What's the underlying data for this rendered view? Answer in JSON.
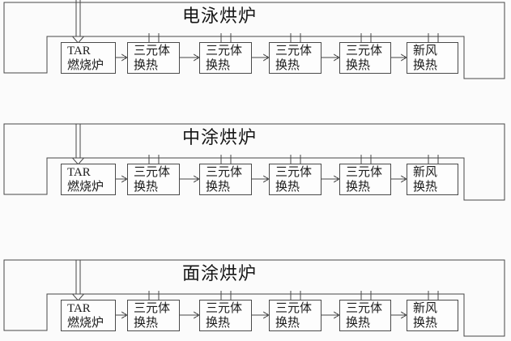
{
  "colors": {
    "line": "#474747",
    "text": "#1c1c1c",
    "box_fill": "#fdfdfd",
    "background": "#fbfbfb"
  },
  "sections": [
    {
      "id": "electrocoat-oven",
      "title": "电泳烘炉",
      "boxes": [
        {
          "line1": "TAR",
          "line2": "燃烧炉"
        },
        {
          "line1": "三元体",
          "line2": "换热"
        },
        {
          "line1": "三元体",
          "line2": "换热"
        },
        {
          "line1": "三元体",
          "line2": "换热"
        },
        {
          "line1": "三元体",
          "line2": "换热"
        },
        {
          "line1": "新风",
          "line2": "换热"
        }
      ]
    },
    {
      "id": "midcoat-oven",
      "title": "中涂烘炉",
      "boxes": [
        {
          "line1": "TAR",
          "line2": "燃烧炉"
        },
        {
          "line1": "三元体",
          "line2": "换热"
        },
        {
          "line1": "三元体",
          "line2": "换热"
        },
        {
          "line1": "三元体",
          "line2": "换热"
        },
        {
          "line1": "三元体",
          "line2": "换热"
        },
        {
          "line1": "新风",
          "line2": "换热"
        }
      ]
    },
    {
      "id": "topcoat-oven",
      "title": "面涂烘炉",
      "boxes": [
        {
          "line1": "TAR",
          "line2": "燃烧炉"
        },
        {
          "line1": "三元体",
          "line2": "换热"
        },
        {
          "line1": "三元体",
          "line2": "换热"
        },
        {
          "line1": "三元体",
          "line2": "换热"
        },
        {
          "line1": "三元体",
          "line2": "换热"
        },
        {
          "line1": "新风",
          "line2": "换热"
        }
      ]
    }
  ]
}
